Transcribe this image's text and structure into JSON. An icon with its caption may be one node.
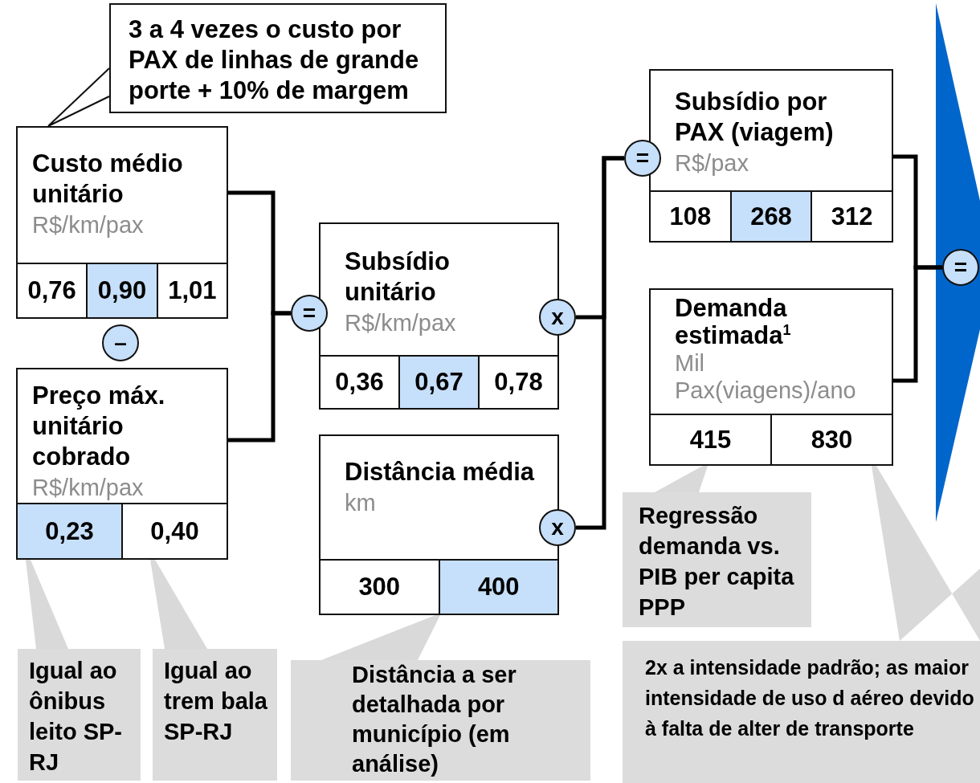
{
  "diagram": {
    "nodes": [
      {
        "text": [
          "3 a 4 vezes o custo por PAX de linhas de grande porte + 10% de margem"
        ]
      },
      {
        "text": [
          "Custo médio unitário",
          "R$/km/pax",
          "0,76",
          "0,90",
          "1,01"
        ]
      },
      {
        "text": [
          "–"
        ]
      },
      {
        "text": [
          "Preço máx. unitário cobrado",
          "R$/km/pax",
          "0,23",
          "0,40"
        ]
      },
      {
        "text": [
          "="
        ]
      },
      {
        "text": [
          "Subsídio unitário",
          "R$/km/pax",
          "0,36",
          "0,67",
          "0,78"
        ]
      },
      {
        "text": [
          "x"
        ]
      },
      {
        "text": [
          "Distância média",
          "km",
          "300",
          "400"
        ]
      },
      {
        "text": [
          "x"
        ]
      },
      {
        "text": [
          "="
        ]
      },
      {
        "text": [
          "Subsídio por PAX (viagem)",
          "R$/pax",
          "108",
          "268",
          "312"
        ]
      },
      {
        "text": [
          "Demanda estimada$^{1}$",
          "Mil Pax(viagens)/ano",
          "415",
          "830"
        ]
      },
      {
        "text": [
          "="
        ]
      },
      {
        "text": [
          "Regressão demanda vs. PIB per capita PPP"
        ]
      },
      {
        "text": [
          "Igual ao ônibus leito SP-RJ"
        ]
      },
      {
        "text": [
          "Igual ao trem bala SP-RJ"
        ]
      },
      {
        "text": [
          "Distância a ser detalhada por município (em análise)"
        ]
      },
      {
        "text": [
          "2x a intensidade padrão; as maior intensidade de uso d aéreo devido à falta de alter de transporte"
        ]
      }
    ],
    "edges": [
      {
        "from": 0,
        "to": 1,
        "arrow": "none"
      },
      {
        "from": 1,
        "to": 4,
        "arrow": "none"
      },
      {
        "from": 3,
        "to": 4,
        "arrow": "none"
      },
      {
        "from": 6,
        "to": 9,
        "arrow": "none"
      },
      {
        "from": 8,
        "to": 9,
        "arrow": "none"
      },
      {
        "from": 10,
        "to": 12,
        "arrow": "none"
      },
      {
        "from": 11,
        "to": 12,
        "arrow": "none"
      },
      {
        "from": 13,
        "to": 11,
        "arrow": "none",
        "color": "#d9d9d9"
      },
      {
        "from": 17,
        "to": 11,
        "arrow": "none",
        "color": "#d9d9d9"
      },
      {
        "from": 14,
        "to": 3,
        "arrow": "none",
        "color": "#d9d9d9"
      },
      {
        "from": 15,
        "to": 3,
        "arrow": "none",
        "color": "#d9d9d9"
      },
      {
        "from": 16,
        "to": 7,
        "arrow": "none",
        "color": "#d9d9d9"
      }
    ]
  }
}
